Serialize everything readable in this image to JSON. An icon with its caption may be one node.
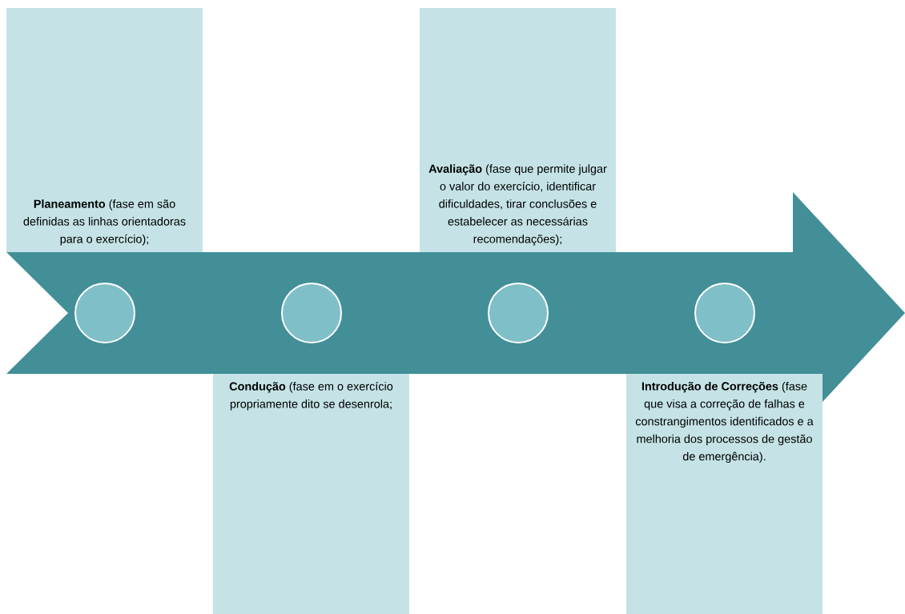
{
  "diagram": {
    "nodes": [
      {
        "text": [
          "**Planeamento** (fase em são definidas as linhas orientadoras para o exercício);"
        ]
      },
      {
        "text": [
          "**Condução** (fase em o exercício propriamente dito se desenrola;"
        ]
      },
      {
        "text": [
          "**Avaliação** (fase que permite julgar o valor do exercício, identificar dificuldades, tirar conclusões e estabelecer as necessárias recomendações);"
        ]
      },
      {
        "text": [
          "**Introdução de Correções** (fase que visa a correção de falhas e constrangimentos identificados e a melhoria dos processos de gestão de emergência)."
        ]
      },
      {
        "text": [],
        "shape": "circle"
      },
      {
        "text": [],
        "shape": "circle"
      },
      {
        "text": [],
        "shape": "circle"
      },
      {
        "text": [],
        "shape": "circle"
      }
    ]
  }
}
